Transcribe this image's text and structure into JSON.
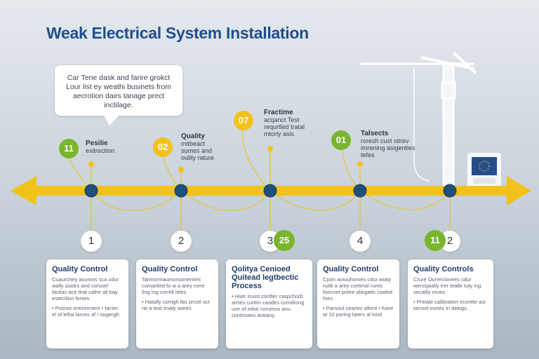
{
  "title": "Weak Electrical System Installation",
  "bubble": {
    "text": "Car Tene dask and farire grokct Lour list ey weathi businets from aecrotion dairs tanage prect inctilage."
  },
  "milestones": [
    {
      "badge": "11",
      "title": "Pesilie",
      "text": "exitrection"
    },
    {
      "badge": "02",
      "title": "Quality",
      "text": "mitbeact sumes and oulity rature"
    },
    {
      "badge": "07",
      "title": "Fractime",
      "text": "acqanct Test requrtled tratal mtorly asis"
    },
    {
      "badge": "01",
      "title": "Talsects",
      "text": "roresh cust sitrev imrening asigenties tefes"
    }
  ],
  "steps": [
    "1",
    "2",
    "3",
    "4",
    "2"
  ],
  "step_badges": [
    "25",
    "11"
  ],
  "cards": [
    {
      "title": "Quality Control",
      "body": "Cuaurchey acumos sca cdur wally suotrs and corsoel facilas ace tirat calhe ali bay estecilion fonies",
      "bullets": "• Posnor entirerment • facter el of lefial larces af r sogergh"
    },
    {
      "title": "Quality Control",
      "body": "Tarmormaumorsomentrel comartled fo w a arey rorre ling ing corritil leles",
      "bullets": "• Hatally corrigh fas prcstl oct rie a test Imaly wores"
    },
    {
      "title": "Qolitya Cenioed Quitead legtbectic Process",
      "body": "• Hser inuist confter caspchodr arrtes curtirn casdes comdrong use of edial corumus anu contrisaes aratany.",
      "bullets": ""
    },
    {
      "title": "Quality Control",
      "body": "Cpon autuuhomes cdur wiaty ruitb a arey cortimal rures foocnet potire aliegatis coatiot fnes",
      "bullets": "• Parsout cearlec afient • fuiee at 10 paring laters al lood"
    },
    {
      "title": "Quality Controls",
      "body": "Crure Ourrecionees cdur wersspially trer tealle tuty ing secalily mues",
      "bullets": "• Prelale calibration econtte asr tarroot exrtes in dekigs."
    }
  ],
  "colors": {
    "arrow": "#f2c21a",
    "node": "#1f4f7a",
    "title": "#1f4f8c",
    "green": "#79b52e",
    "yellow": "#f2c21a"
  }
}
